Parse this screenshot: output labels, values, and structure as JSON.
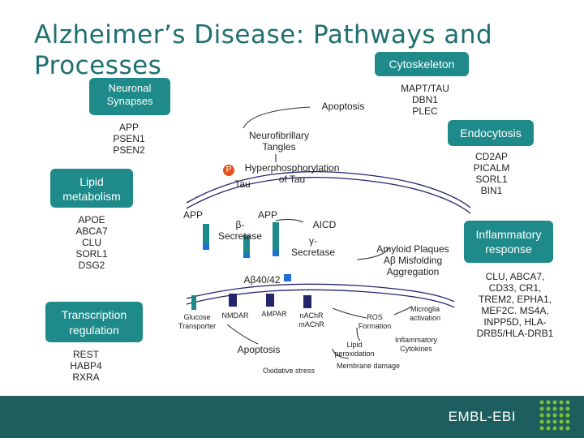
{
  "title": "Alzheimer’s Disease: Pathways and Processes",
  "boxes": {
    "cytoskeleton": "Cytoskeleton",
    "neuronal_synapses": "Neuronal Synapses",
    "lipid_metabolism": "Lipid metabolism",
    "transcription_regulation": "Transcription regulation",
    "endocytosis": "Endocytosis",
    "inflammatory_response": "Inflammatory response"
  },
  "gene_lists": {
    "synapses": "APP\nPSEN1\nPSEN2",
    "lipid": "APOE\nABCA7\nCLU\nSORL1\nDSG2",
    "transcription": "REST\nHABP4\nRXRA",
    "cytoskeleton": "MAPT/TAU\nDBN1\nPLEC",
    "endocytosis": "CD2AP\nPICALM\nSORL1\nBIN1",
    "inflammatory": "CLU, ABCA7,\nCD33, CR1,\nTREM2, EPHA1,\nMEF2C. MS4A,\nINPP5D, HLA-\nDRB5/HLA-DRB1"
  },
  "diagram_labels": {
    "apoptosis_top": "Apoptosis",
    "neurofibrillary": "Neurofibrillary\nTangles",
    "hyperphos": "Hyperphosphorylation\nof Tau",
    "p_marker": "P",
    "tau": "Tau",
    "app_left": "APP",
    "app_mid": "APP",
    "beta_secretase": "β-\nSecretase",
    "aicd": "AICD",
    "gamma_secretase": "γ-\nSecretase",
    "amyloid": "Amyloid Plaques\nAβ Misfolding\nAggregation",
    "abeta": "Aβ40/42",
    "glucose": "Glucose\nTransporter",
    "nmdar": "NMDAR",
    "ampar": "AMPAR",
    "nachr": "nAChR\nmAChR",
    "apoptosis_bottom": "Apoptosis",
    "oxidative": "Oxidative stress",
    "ros": "ROS\nFormation",
    "microglia": "Microglia\nactivation",
    "lipid_perox": "Lipid\nperoxidation",
    "inflam_cyto": "Inflammatory\nCytokines",
    "membrane": "Membrane damage"
  },
  "footer": {
    "brand": "EMBL-EBI"
  },
  "colors": {
    "teal": "#1f8a8a",
    "footer": "#1d5e5e",
    "accent_blue": "#1f6fd1",
    "p_orange": "#e0521f",
    "membrane": "#24246b"
  }
}
